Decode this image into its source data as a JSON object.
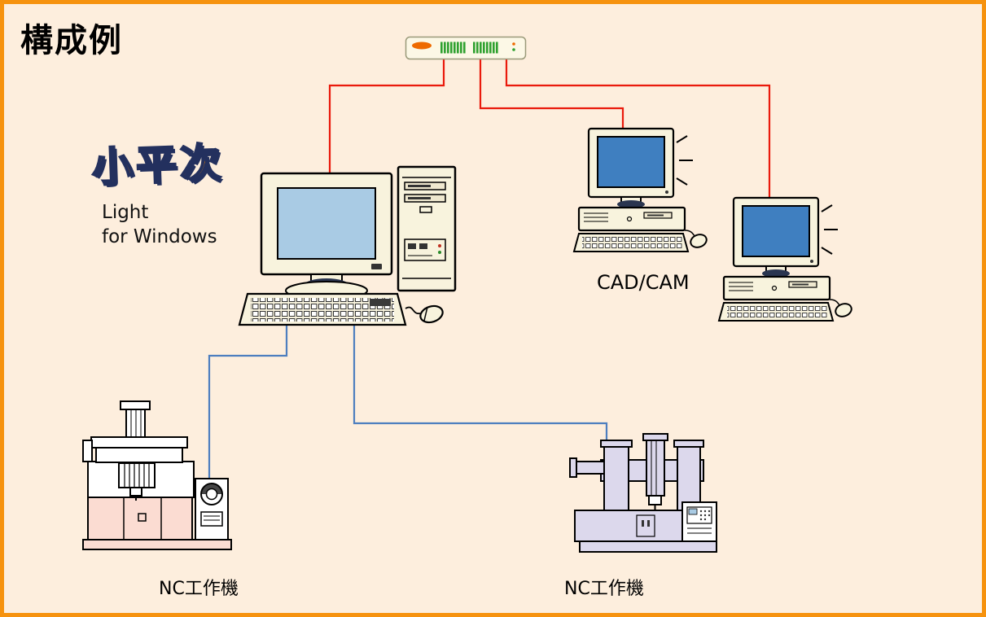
{
  "title": "構成例",
  "logo": {
    "text": "小平次",
    "subtitle_line1": "Light",
    "subtitle_line2": "for Windows"
  },
  "labels": {
    "cadcam": "CAD/CAM",
    "nc_machine_left": "NC工作機",
    "nc_machine_right": "NC工作機"
  },
  "icons": {
    "hub": "network-hub",
    "main_workstation": "desktop-computer-with-tower",
    "cad_workstation_1": "desktop-computer",
    "cad_workstation_2": "desktop-computer",
    "nc_machine_left": "nc-milling-machine",
    "nc_machine_right": "nc-gantry-machine"
  },
  "colors": {
    "background": "#fdeedd",
    "border_orange": "#f6920e",
    "network_line_red": "#ea1a0c",
    "machine_line_blue": "#4d7ebf",
    "main_screen_blue": "#a9cbe4",
    "cad_screen_blue": "#3f7fc0",
    "device_body_beige": "#f8f3dd",
    "logo_orange": "#f08300",
    "logo_outline_navy": "#23305e",
    "nc_left_panel_pink": "#fbdcd2",
    "nc_right_body_lavender": "#dcd8ec",
    "hub_led_green": "#2fa12f",
    "hub_accent_orange": "#ee6a00"
  }
}
